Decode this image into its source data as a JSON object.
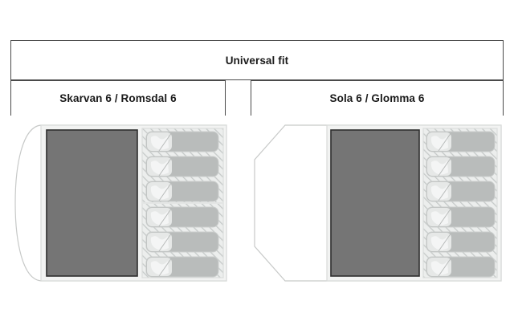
{
  "header": {
    "universal_fit_label": "Universal fit",
    "columns": [
      {
        "label": "Skarvan 6 / Romsdal 6"
      },
      {
        "label": "Sola 6 / Glomma 6"
      }
    ]
  },
  "diagrams": [
    {
      "name": "skarvan-romsdal-6-floorplan",
      "model_label": "Skarvan 6 / Romsdal 6",
      "outline_shape": "rounded-left-end",
      "living_area_label": "",
      "sleeping_berths": 6,
      "berth_groups": [
        3,
        3
      ],
      "colors": {
        "outline": "#c7c9c8",
        "vestibule_fill": "#ffffff",
        "inner_area_fill": "#f0f1f0",
        "living_area_fill": "#757575",
        "living_area_border": "#2e2e2e",
        "sleeping_zone_fill": "#e8eae9",
        "hatch_stroke": "#c2c6c5",
        "berth_fill": "#b9bcbb",
        "berth_stroke": "#c9cccb",
        "pillow_fill": "#eceeed"
      }
    },
    {
      "name": "sola-glomma-6-floorplan",
      "model_label": "Sola 6 / Glomma 6",
      "outline_shape": "chamfered-left-end",
      "living_area_label": "",
      "sleeping_berths": 6,
      "berth_groups": [
        3,
        3
      ],
      "colors": {
        "outline": "#c7c9c8",
        "vestibule_fill": "#ffffff",
        "inner_area_fill": "#f0f1f0",
        "living_area_fill": "#757575",
        "living_area_border": "#2e2e2e",
        "sleeping_zone_fill": "#e8eae9",
        "hatch_stroke": "#c2c6c5",
        "berth_fill": "#b9bcbb",
        "berth_stroke": "#c9cccb",
        "pillow_fill": "#eceeed"
      }
    }
  ]
}
